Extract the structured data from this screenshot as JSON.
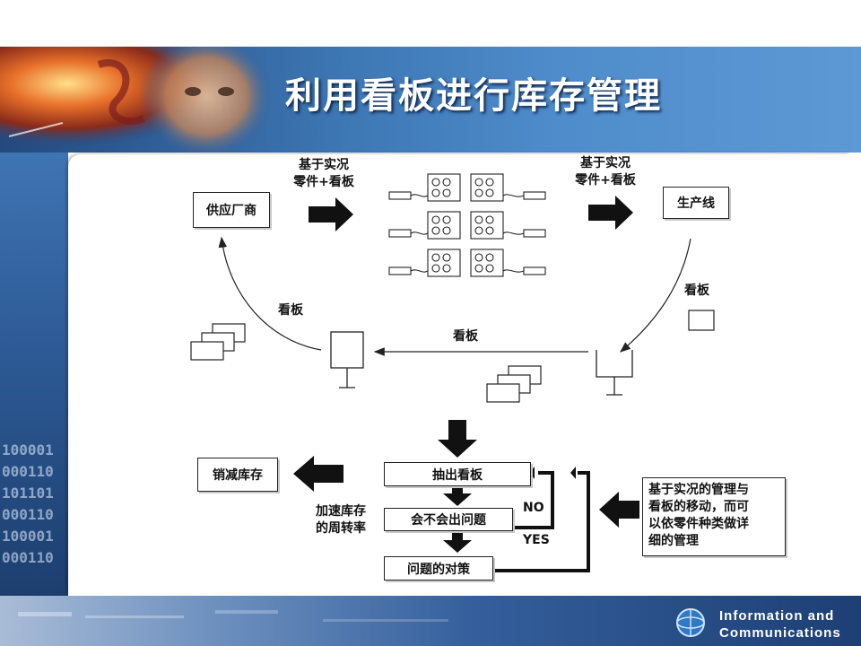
{
  "slide": {
    "title": "利用看板进行库存管理"
  },
  "footer": {
    "line1": "Information and",
    "line2": "Communications"
  },
  "left_panel": {
    "binary_rows": [
      "100001",
      "000110",
      "101101",
      "000110",
      "100001",
      "000110"
    ]
  },
  "diagram": {
    "supplier": "供应厂商",
    "production_line": "生产线",
    "arrow_label_left": [
      "基于实况",
      "零件+看板"
    ],
    "arrow_label_right": [
      "基于实况",
      "零件+看板"
    ],
    "kanban_right": "看板",
    "kanban_left": "看板",
    "kanban_middle": "看板",
    "reduce_inventory": "销减库存",
    "extract_kanban": "抽出看板",
    "problem_check": "会不会出问题",
    "countermeasure": "问题的对策",
    "no_label": "NO",
    "yes_label": "YES",
    "turnover": [
      "加速库存",
      "的周转率"
    ],
    "note": [
      "基于实况的管理与",
      "看板的移动，而可",
      "以依零件种类做详",
      "细的管理"
    ]
  },
  "colors": {
    "header_blue": "#3d77b4",
    "footer_blue": "#1d3f74",
    "diagram_line": "#222222"
  }
}
